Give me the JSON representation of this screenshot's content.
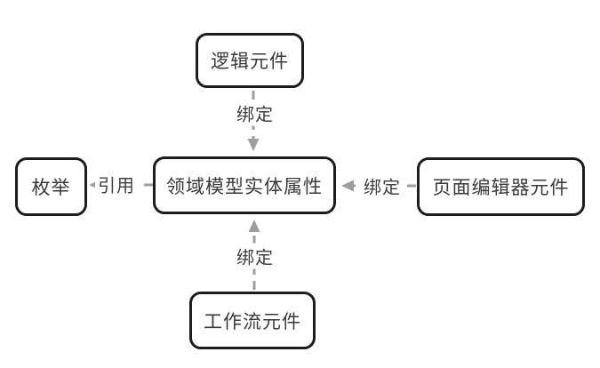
{
  "diagram": {
    "nodes": [
      {
        "id": "logic",
        "label": "逻辑元件"
      },
      {
        "id": "enum",
        "label": "枚举"
      },
      {
        "id": "center",
        "label": "领域模型实体属性"
      },
      {
        "id": "page_editor",
        "label": "页面编辑器元件"
      },
      {
        "id": "workflow",
        "label": "工作流元件"
      }
    ],
    "edges": [
      {
        "from": "logic",
        "to": "center",
        "label": "绑定",
        "direction": "down"
      },
      {
        "from": "center",
        "to": "enum",
        "label": "引用",
        "direction": "left"
      },
      {
        "from": "page_editor",
        "to": "center",
        "label": "绑定",
        "direction": "left"
      },
      {
        "from": "workflow",
        "to": "center",
        "label": "绑定",
        "direction": "up"
      }
    ],
    "colors": {
      "background": "#ffffff",
      "node_border": "#1c1c1c",
      "node_text": "#3a3a3a",
      "arrow": "#9e9e9e",
      "edge_label_text": "#3f3f3f"
    }
  }
}
